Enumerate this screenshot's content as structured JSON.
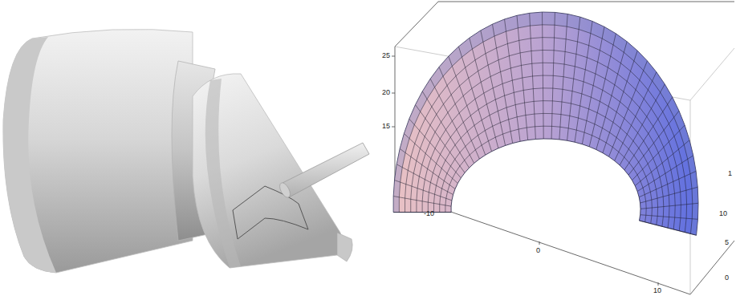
{
  "diagram": {
    "labels": [
      "25",
      "20",
      "15",
      "-10",
      "0",
      "10",
      "1",
      "10",
      "5",
      "0"
    ]
  }
}
